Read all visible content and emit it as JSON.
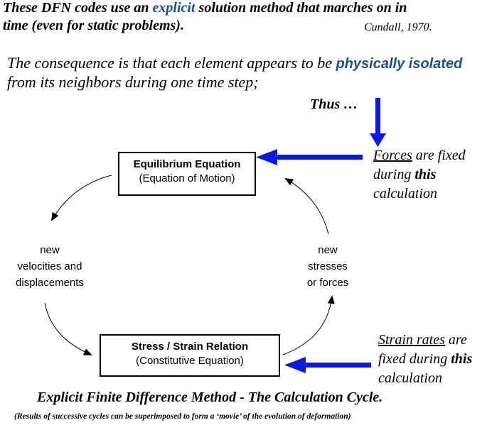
{
  "header": {
    "line1_pre": "These DFN codes use an ",
    "line1_emph": "explicit",
    "line1_post": " solution method that marches on in",
    "line2": "time (even for static problems).",
    "citation": "Cundall, 1970."
  },
  "consequence": {
    "line1_pre": "The consequence is that each element appears to be ",
    "line1_emph": "physically isolated",
    "line2": "from its neighbors during one time step;"
  },
  "thus": "Thus  …",
  "top_box": {
    "title": "Equilibrium Equation",
    "subtitle": "(Equation of Motion)"
  },
  "bottom_box": {
    "title": "Stress / Strain Relation",
    "subtitle": "(Constitutive Equation)"
  },
  "left_label": {
    "line1": "new",
    "line2": "velocities and",
    "line3": "displacements"
  },
  "right_label": {
    "line1": "new",
    "line2": "stresses",
    "line3": "or forces"
  },
  "forces_note": {
    "word": "Forces",
    "rest1": " are fixed",
    "line2_pre": "during ",
    "line2_emph": "this",
    "line3": "calculation"
  },
  "strain_note": {
    "word": "Strain rates",
    "rest1": " are",
    "line2_pre": "fixed during ",
    "line2_emph": "this",
    "line3": "calculation"
  },
  "caption": "Explicit Finite Difference Method - The Calculation Cycle.",
  "footnote": "(Results of  successive cycles can be superimposed to form a ‘movie’ of  the evolution of deformation)",
  "colors": {
    "arrow_blue": "#0b1bd8",
    "emph_blue": "#1f4e8c"
  }
}
